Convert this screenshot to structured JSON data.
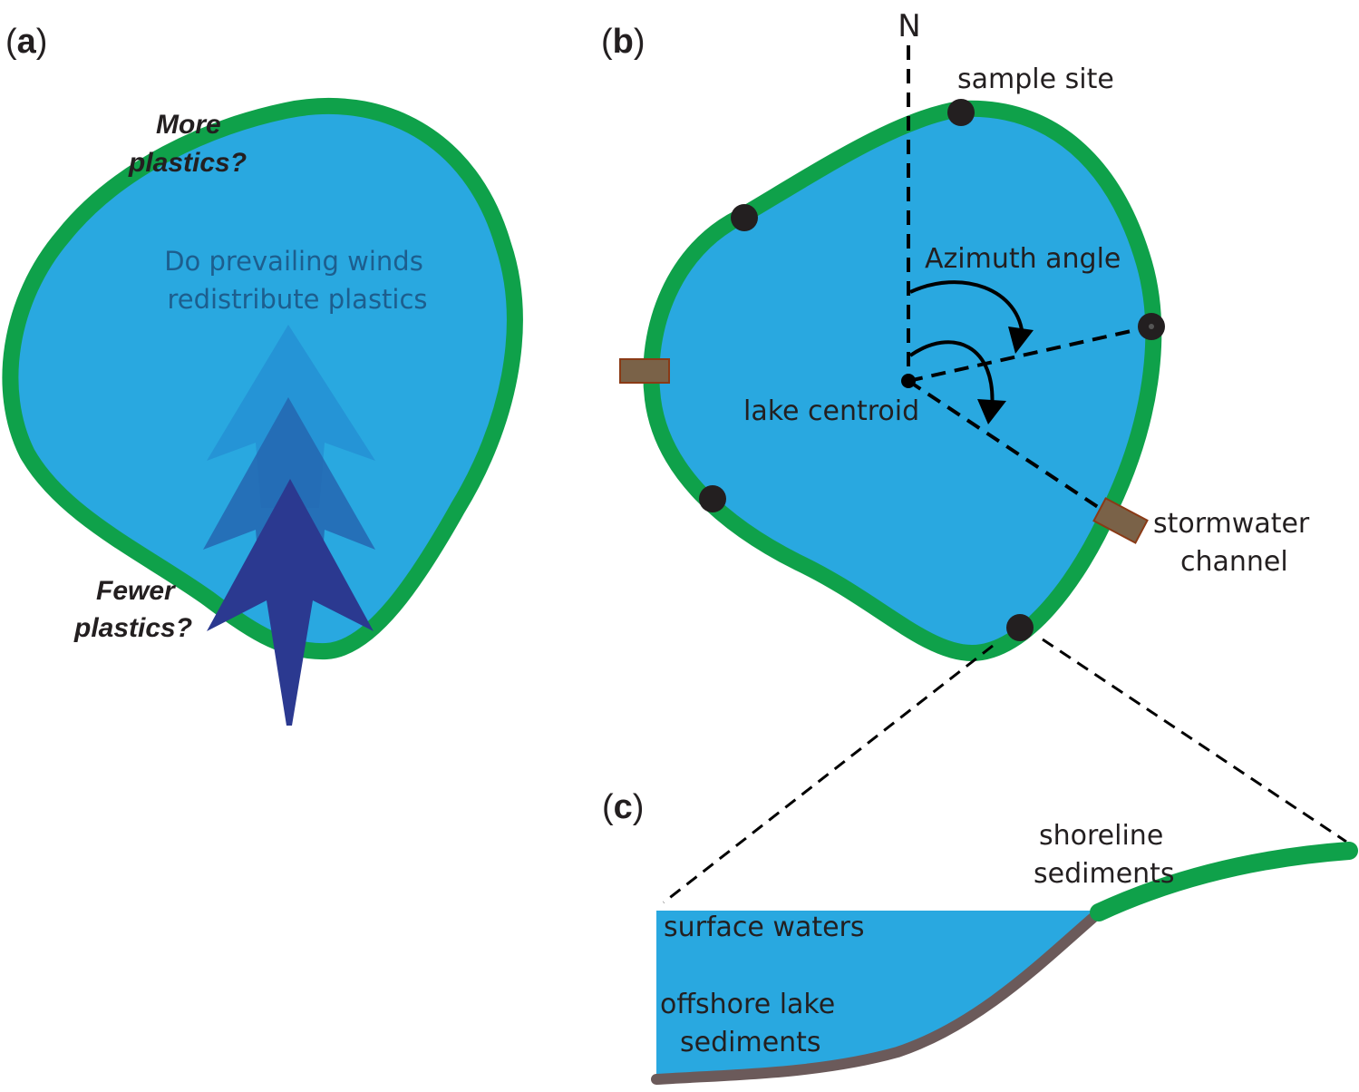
{
  "colors": {
    "water": "#29a8e0",
    "shoreline": "#0fa14a",
    "sediment": "#6b5a5a",
    "channel": "#7a6248",
    "channel_border": "#8a3a16",
    "arrow_light": "#2590d4",
    "arrow_mid": "#2566b0",
    "arrow_dark": "#2b3990",
    "ink": "#231f20"
  },
  "panel_a": {
    "letter": "a",
    "more_line1": "More",
    "more_line2": "plastics?",
    "fewer_line1": "Fewer",
    "fewer_line2": "plastics?",
    "wind_line1": "Do prevailing winds",
    "wind_line2": "redistribute plastics"
  },
  "panel_b": {
    "letter": "b",
    "north": "N",
    "sample_site": "sample site",
    "azimuth": "Azimuth angle",
    "centroid": "lake centroid",
    "channel_line1": "stormwater",
    "channel_line2": "channel"
  },
  "panel_c": {
    "letter": "c",
    "shoreline_line1": "shoreline",
    "shoreline_line2": "sediments",
    "surface": "surface waters",
    "offshore_line1": "offshore lake",
    "offshore_line2": "sediments"
  }
}
